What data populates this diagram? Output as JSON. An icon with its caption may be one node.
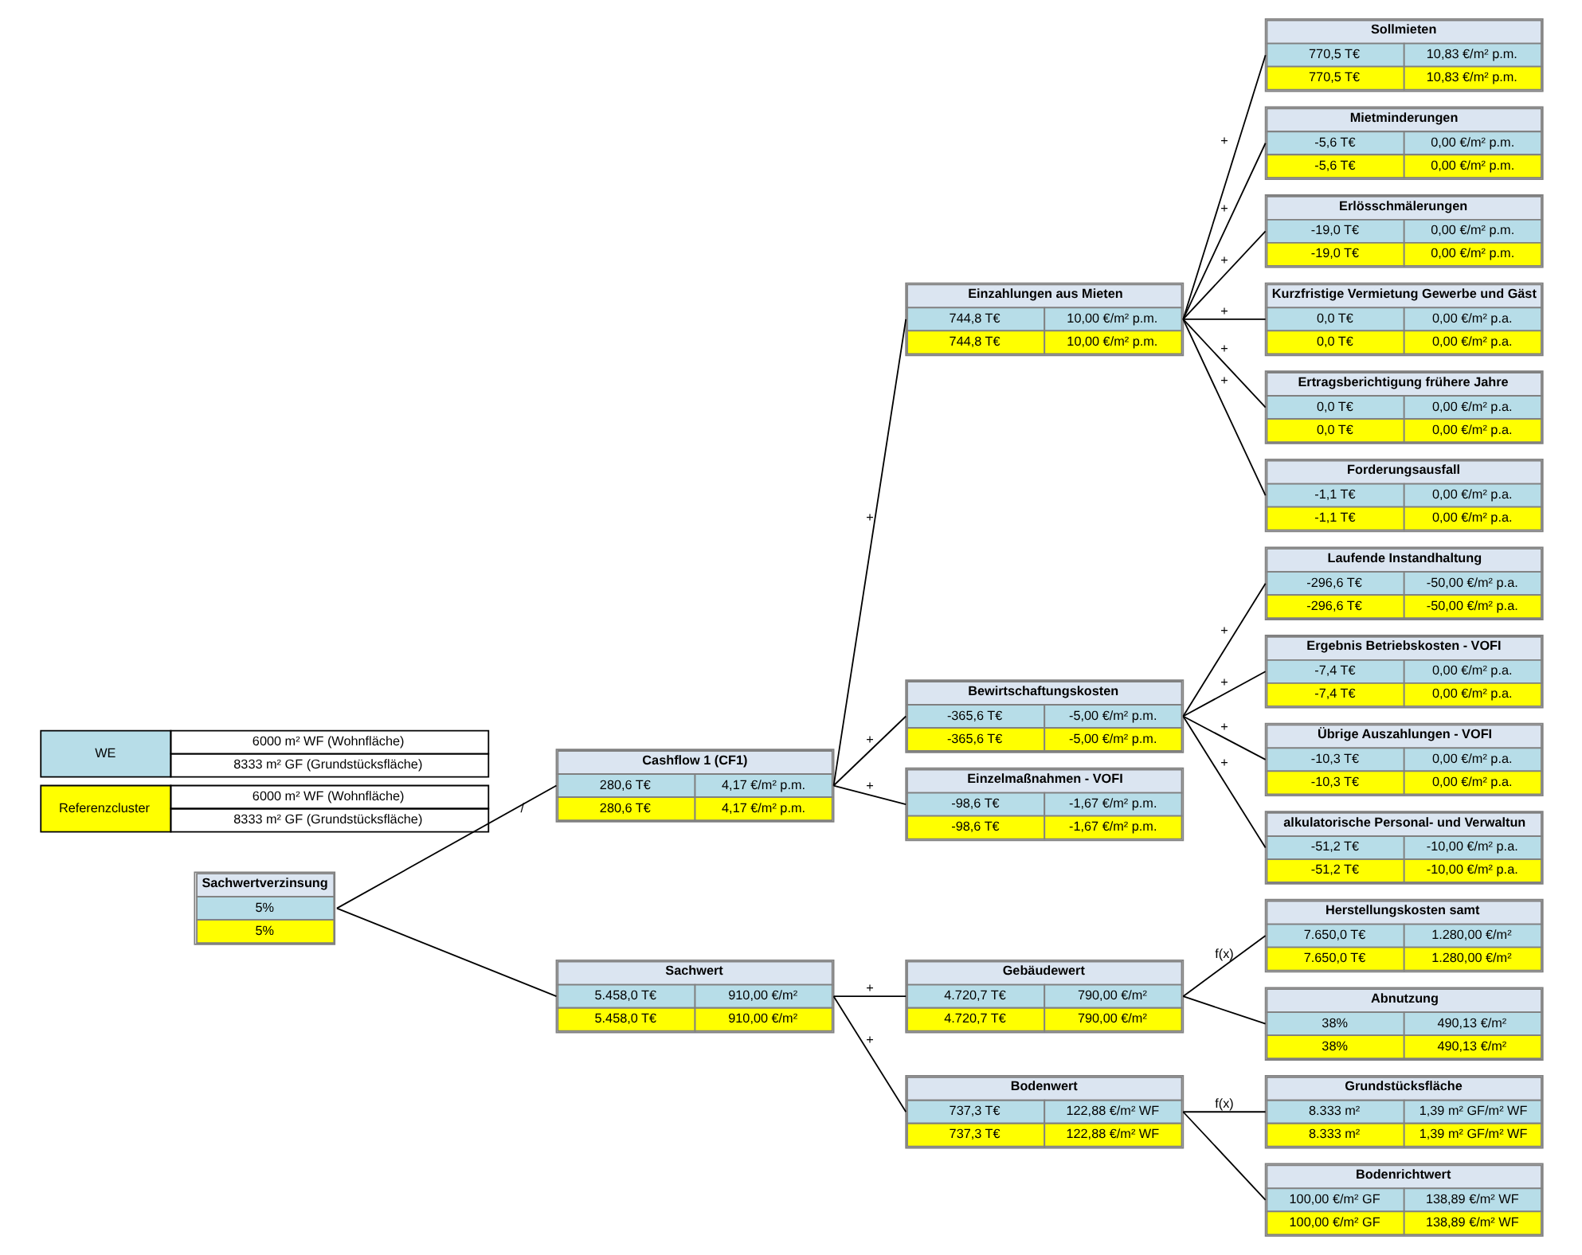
{
  "diagram": {
    "nodes": [
      {
        "text": [
          "Sachwertverzinsung",
          "5%",
          "5%"
        ]
      },
      {
        "text": [
          "Cashflow 1 (CF1)",
          "280,6 T€",
          "4,17 €/m² p.m.",
          "280,6 T€",
          "4,17 €/m² p.m."
        ]
      },
      {
        "text": [
          "Sachwert",
          "5.458,0 T€",
          "910,00 €/m²",
          "5.458,0 T€",
          "910,00 €/m²"
        ]
      },
      {
        "text": [
          "Einzahlungen aus Mieten",
          "744,8 T€",
          "10,00 €/m² p.m.",
          "744,8 T€",
          "10,00 €/m² p.m."
        ]
      },
      {
        "text": [
          "Bewirtschaftungskosten",
          "-365,6 T€",
          "-5,00 €/m² p.m.",
          "-365,6 T€",
          "-5,00 €/m² p.m."
        ]
      },
      {
        "text": [
          "Einzelmaßnahmen - VOFI",
          "-98,6 T€",
          "-1,67 €/m² p.m.",
          "-98,6 T€",
          "-1,67 €/m² p.m."
        ]
      },
      {
        "text": [
          "Gebäudewert",
          "4.720,7 T€",
          "790,00 €/m²",
          "4.720,7 T€",
          "790,00 €/m²"
        ]
      },
      {
        "text": [
          "Bodenwert",
          "737,3 T€",
          "122,88 €/m² WF",
          "737,3 T€",
          "122,88 €/m² WF"
        ]
      },
      {
        "text": [
          "Sollmieten",
          "770,5 T€",
          "10,83 €/m² p.m.",
          "770,5 T€",
          "10,83 €/m² p.m."
        ]
      },
      {
        "text": [
          "Mietminderungen",
          "-5,6 T€",
          "0,00 €/m² p.m.",
          "-5,6 T€",
          "0,00 €/m² p.m."
        ]
      },
      {
        "text": [
          "Erlösschmälerungen",
          "-19,0 T€",
          "0,00 €/m² p.m.",
          "-19,0 T€",
          "0,00 €/m² p.m."
        ]
      },
      {
        "text": [
          "Kurzfristige Vermietung Gewerbe und Gäst",
          "0,0 T€",
          "0,00 €/m² p.a.",
          "0,0 T€",
          "0,00 €/m² p.a."
        ]
      },
      {
        "text": [
          "Ertragsberichtigung frühere Jahre",
          "0,0 T€",
          "0,00 €/m² p.a.",
          "0,0 T€",
          "0,00 €/m² p.a."
        ]
      },
      {
        "text": [
          "Forderungsausfall",
          "-1,1 T€",
          "0,00 €/m² p.a.",
          "-1,1 T€",
          "0,00 €/m² p.a."
        ]
      },
      {
        "text": [
          "Laufende Instandhaltung",
          "-296,6 T€",
          "-50,00 €/m² p.a.",
          "-296,6 T€",
          "-50,00 €/m² p.a."
        ]
      },
      {
        "text": [
          "Ergebnis Betriebskosten - VOFI",
          "-7,4 T€",
          "0,00 €/m² p.a.",
          "-7,4 T€",
          "0,00 €/m² p.a."
        ]
      },
      {
        "text": [
          "Übrige Auszahlungen - VOFI",
          "-10,3 T€",
          "0,00 €/m² p.a.",
          "-10,3 T€",
          "0,00 €/m² p.a."
        ]
      },
      {
        "text": [
          "alkulatorische Personal- und Verwaltun",
          "-51,2 T€",
          "-10,00 €/m² p.a.",
          "-51,2 T€",
          "-10,00 €/m² p.a."
        ]
      },
      {
        "text": [
          "Herstellungskosten samt",
          "7.650,0 T€",
          "1.280,00 €/m²",
          "7.650,0 T€",
          "1.280,00 €/m²"
        ]
      },
      {
        "text": [
          "Abnutzung",
          "38%",
          "490,13 €/m²",
          "38%",
          "490,13 €/m²"
        ]
      },
      {
        "text": [
          "Grundstücksfläche",
          "8.333 m²",
          "1,39 m² GF/m² WF",
          "8.333 m²",
          "1,39 m² GF/m² WF"
        ]
      },
      {
        "text": [
          "Bodenrichtwert",
          "100,00 €/m² GF",
          "138,89 €/m² WF",
          "100,00 €/m² GF",
          "138,89 €/m² WF"
        ]
      }
    ],
    "edges": [
      {
        "from": 0,
        "to": 1,
        "arrow": "none",
        "label": "/"
      },
      {
        "from": 0,
        "to": 2,
        "arrow": "none"
      },
      {
        "from": 1,
        "to": 3,
        "arrow": "none",
        "label": "+"
      },
      {
        "from": 1,
        "to": 4,
        "arrow": "none",
        "label": "+"
      },
      {
        "from": 1,
        "to": 5,
        "arrow": "none",
        "label": "+"
      },
      {
        "from": 2,
        "to": 6,
        "arrow": "none",
        "label": "+"
      },
      {
        "from": 2,
        "to": 7,
        "arrow": "none",
        "label": "+"
      },
      {
        "from": 3,
        "to": 8,
        "arrow": "none",
        "label": "+"
      },
      {
        "from": 3,
        "to": 9,
        "arrow": "none",
        "label": "+"
      },
      {
        "from": 3,
        "to": 10,
        "arrow": "none",
        "label": "+"
      },
      {
        "from": 3,
        "to": 11,
        "arrow": "none",
        "label": "+"
      },
      {
        "from": 3,
        "to": 12,
        "arrow": "none",
        "label": "+"
      },
      {
        "from": 3,
        "to": 13,
        "arrow": "none",
        "label": "+"
      },
      {
        "from": 4,
        "to": 14,
        "arrow": "none",
        "label": "+"
      },
      {
        "from": 4,
        "to": 15,
        "arrow": "none",
        "label": "+"
      },
      {
        "from": 4,
        "to": 16,
        "arrow": "none",
        "label": "+"
      },
      {
        "from": 4,
        "to": 17,
        "arrow": "none",
        "label": "+"
      },
      {
        "from": 6,
        "to": 18,
        "arrow": "none",
        "label": "f(x)"
      },
      {
        "from": 6,
        "to": 19,
        "arrow": "none"
      },
      {
        "from": 7,
        "to": 20,
        "arrow": "none",
        "label": "f(x)"
      },
      {
        "from": 7,
        "to": 21,
        "arrow": "none"
      }
    ],
    "labels": [
      "6000 m² WF (Wohnfläche)",
      "8333 m² GF (Grundstücksfläche)",
      "6000 m² WF (Wohnfläche)",
      "8333 m² GF (Grundstücksfläche)"
    ],
    "legend": [
      {
        "text": "WE",
        "color": "#b7dde8"
      },
      {
        "text": "Referenzcluster",
        "color": "#ffff00"
      }
    ]
  }
}
